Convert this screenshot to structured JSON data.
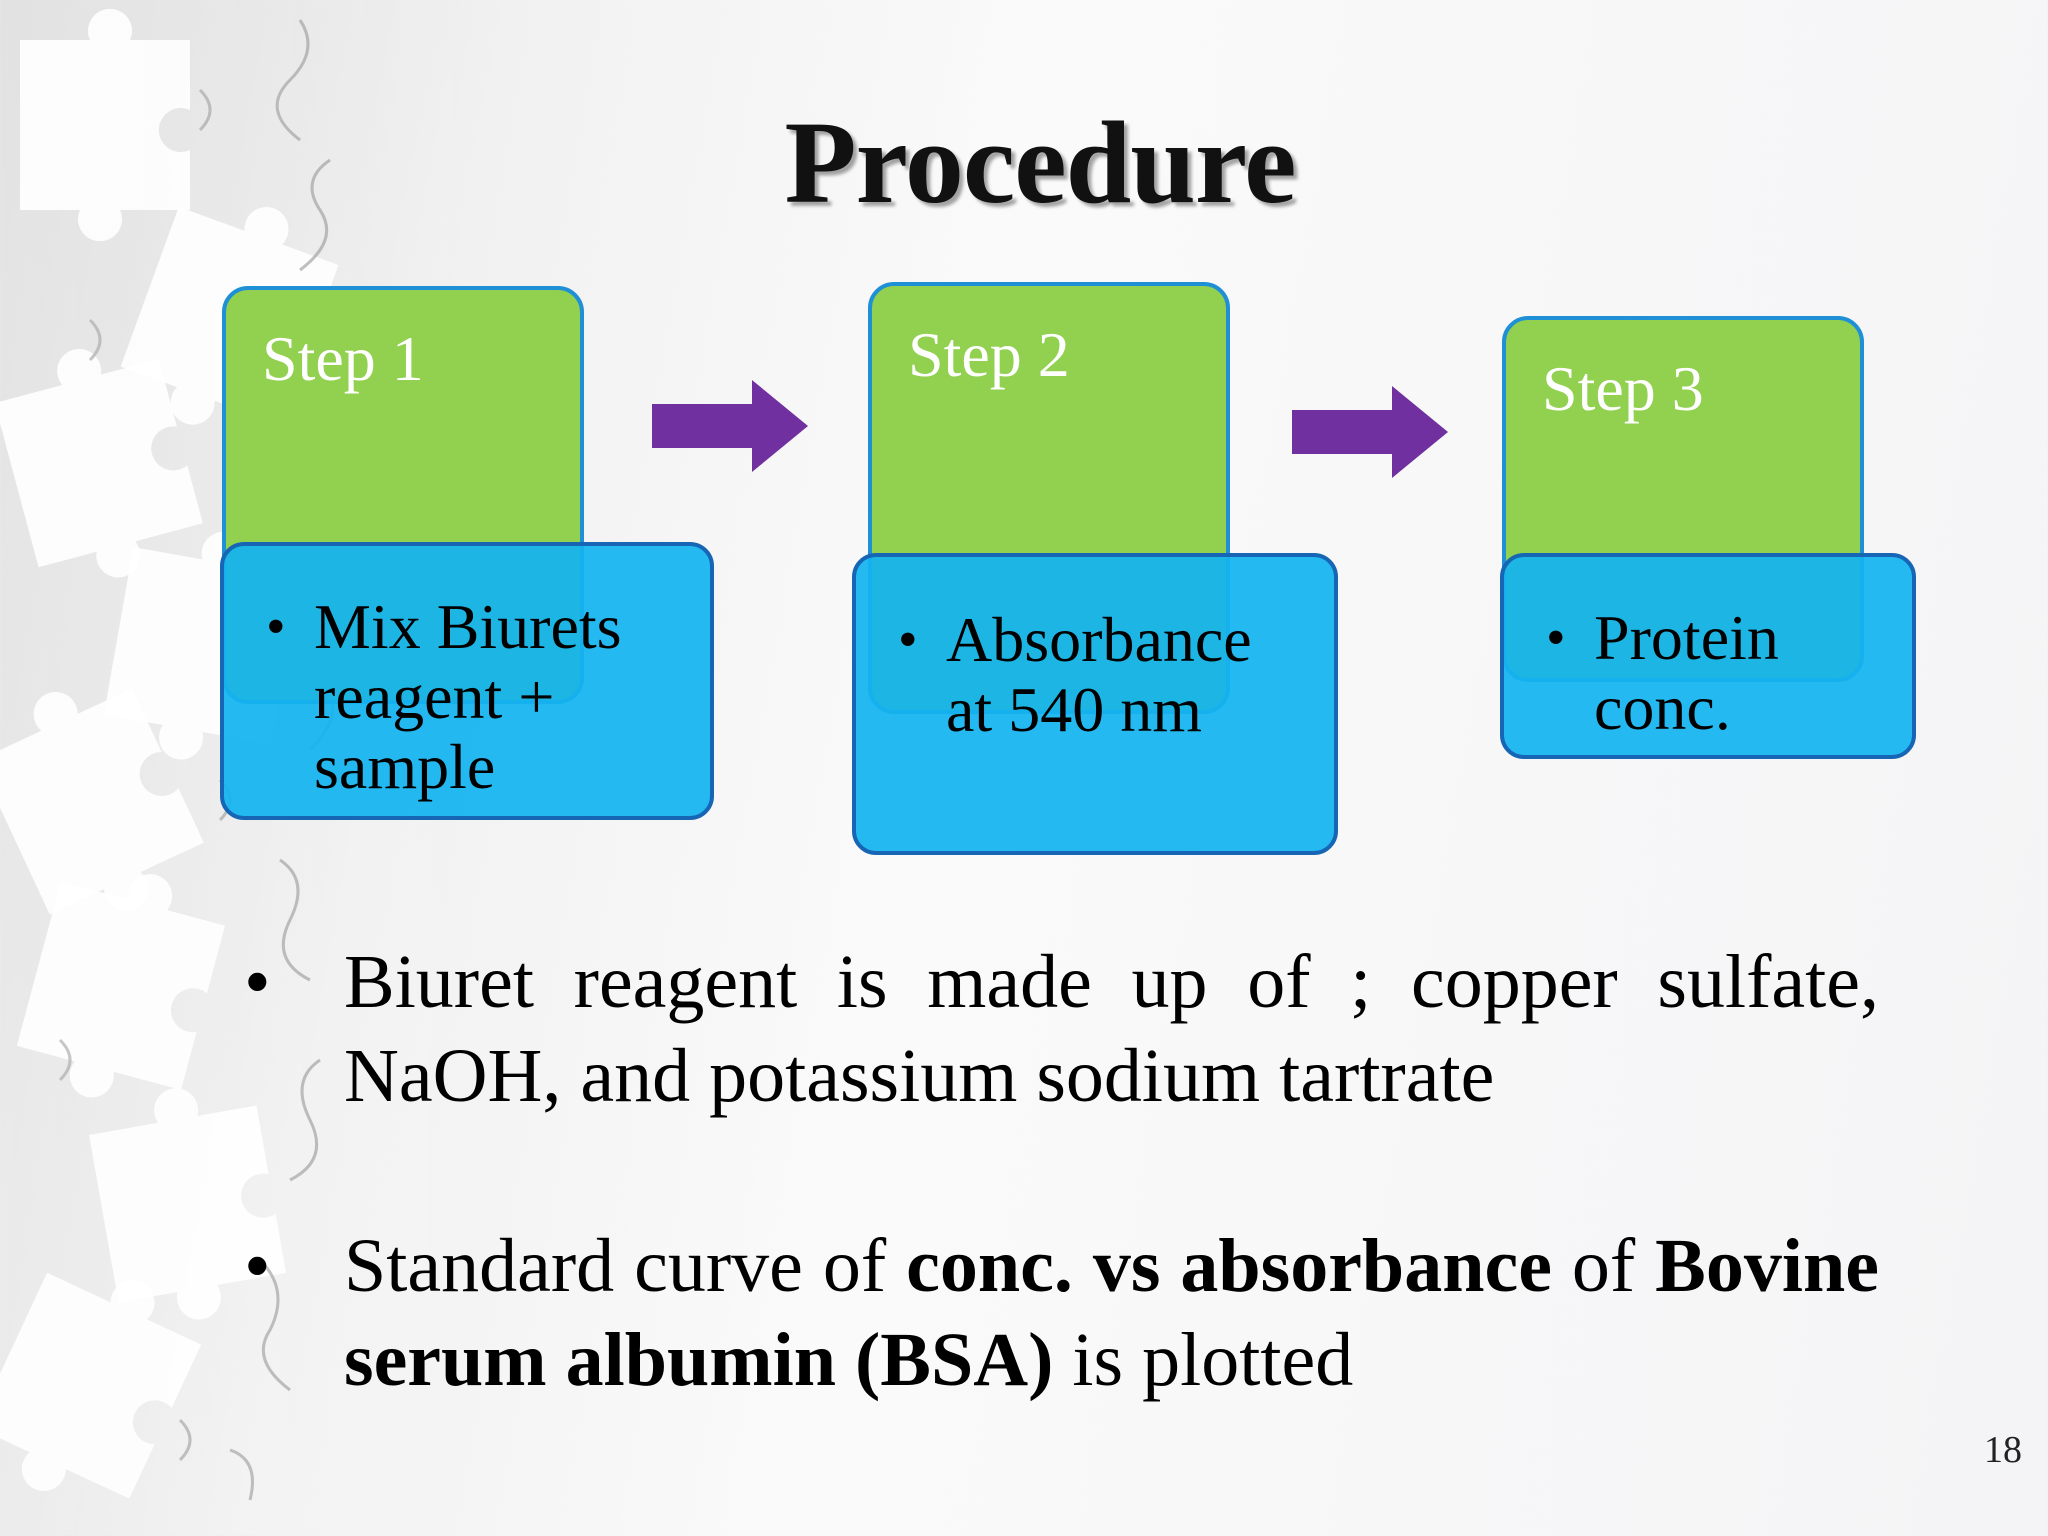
{
  "slide": {
    "title": "Procedure",
    "page_number": "18"
  },
  "steps": [
    {
      "label": "Step 1",
      "text": "Mix Biurets reagent + sample"
    },
    {
      "label": "Step 2",
      "text": "Absorbance at 540 nm"
    },
    {
      "label": "Step 3",
      "text": "Protein conc."
    }
  ],
  "bullets": {
    "b1": "Biuret reagent is made up of ; copper sulfate, NaOH, and potassium sodium tartrate",
    "b2_part1": "Standard curve of ",
    "b2_bold1": "conc. vs absorbance",
    "b2_part2": " of ",
    "b2_bold2": "Bovine serum albumin (BSA)",
    "b2_part3": " is plotted"
  },
  "colors": {
    "step_header": "#92d050",
    "step_body": "#14b4f0",
    "arrow": "#7030a0"
  }
}
